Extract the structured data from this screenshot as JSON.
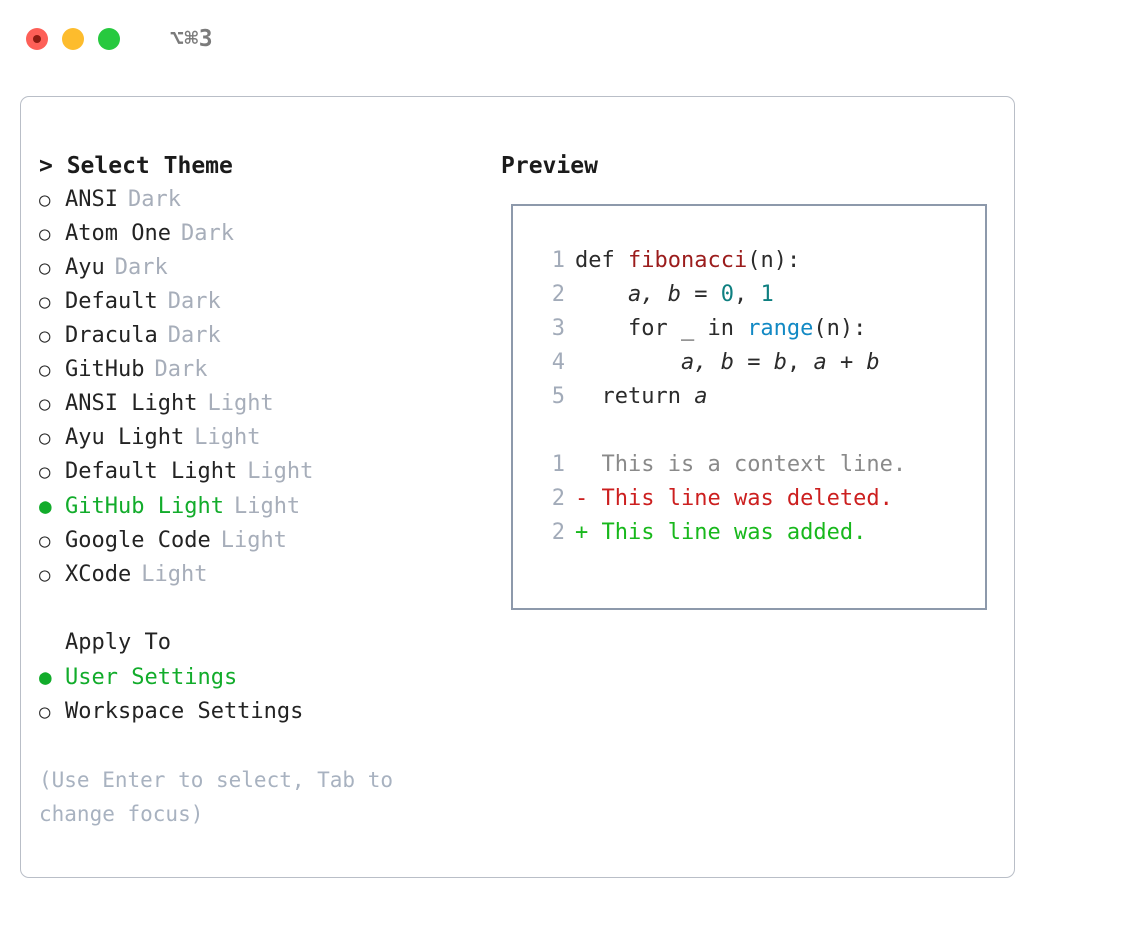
{
  "window": {
    "title": "⌥⌘3",
    "traffic_lights": [
      "close-red",
      "minimize-yellow",
      "zoom-green"
    ]
  },
  "left": {
    "heading": "> Select Theme",
    "themes": [
      {
        "bullet": "○",
        "name": "ANSI",
        "type": "Dark",
        "selected": false
      },
      {
        "bullet": "○",
        "name": "Atom One",
        "type": "Dark",
        "selected": false
      },
      {
        "bullet": "○",
        "name": "Ayu",
        "type": "Dark",
        "selected": false
      },
      {
        "bullet": "○",
        "name": "Default",
        "type": "Dark",
        "selected": false
      },
      {
        "bullet": "○",
        "name": "Dracula",
        "type": "Dark",
        "selected": false
      },
      {
        "bullet": "○",
        "name": "GitHub",
        "type": "Dark",
        "selected": false
      },
      {
        "bullet": "○",
        "name": "ANSI Light",
        "type": "Light",
        "selected": false
      },
      {
        "bullet": "○",
        "name": "Ayu Light",
        "type": "Light",
        "selected": false
      },
      {
        "bullet": "○",
        "name": "Default Light",
        "type": "Light",
        "selected": false
      },
      {
        "bullet": "●",
        "name": "GitHub Light",
        "type": "Light",
        "selected": true
      },
      {
        "bullet": "○",
        "name": "Google Code",
        "type": "Light",
        "selected": false
      },
      {
        "bullet": "○",
        "name": "XCode",
        "type": "Light",
        "selected": false
      }
    ],
    "apply_to_label": "Apply To",
    "apply_to": [
      {
        "bullet": "●",
        "name": "User Settings",
        "selected": true
      },
      {
        "bullet": "○",
        "name": "Workspace Settings",
        "selected": false
      }
    ],
    "hint": "(Use Enter to select, Tab to change focus)"
  },
  "right": {
    "heading": "Preview",
    "code_lines": [
      {
        "no": "1",
        "tokens": [
          {
            "t": "def ",
            "k": "def"
          },
          {
            "t": "fibonacci",
            "k": "fn"
          },
          {
            "t": "(n):",
            "k": "plain"
          }
        ]
      },
      {
        "no": "2",
        "tokens": [
          {
            "t": "    ",
            "k": "plain"
          },
          {
            "t": "a, b",
            "k": "italic"
          },
          {
            "t": " = ",
            "k": "plain"
          },
          {
            "t": "0",
            "k": "num"
          },
          {
            "t": ", ",
            "k": "plain"
          },
          {
            "t": "1",
            "k": "num"
          }
        ]
      },
      {
        "no": "3",
        "tokens": [
          {
            "t": "    for _ in ",
            "k": "plain"
          },
          {
            "t": "range",
            "k": "builtin"
          },
          {
            "t": "(n):",
            "k": "plain"
          }
        ]
      },
      {
        "no": "4",
        "tokens": [
          {
            "t": "        ",
            "k": "plain"
          },
          {
            "t": "a, b",
            "k": "italic"
          },
          {
            "t": " = ",
            "k": "plain"
          },
          {
            "t": "b",
            "k": "italic"
          },
          {
            "t": ", ",
            "k": "plain"
          },
          {
            "t": "a + b",
            "k": "italic"
          }
        ]
      },
      {
        "no": "5",
        "tokens": [
          {
            "t": "  return ",
            "k": "plain"
          },
          {
            "t": "a",
            "k": "italic"
          }
        ]
      }
    ],
    "diff_lines": [
      {
        "no": "1",
        "prefix": "  ",
        "text": "This is a context line.",
        "kind": "ctx"
      },
      {
        "no": "2",
        "prefix": "- ",
        "text": "This line was deleted.",
        "kind": "del"
      },
      {
        "no": "2",
        "prefix": "+ ",
        "text": "This line was added.",
        "kind": "add"
      }
    ]
  },
  "colors": {
    "accent_green": "#12ac2b",
    "muted_gray": "#a7aeba",
    "diff_add": "#18b81c",
    "diff_del": "#cc1f1f",
    "token_function": "#9b1c1c",
    "token_number": "#0e7f80",
    "token_builtin": "#1289c4",
    "panel_border": "#b9bec7",
    "preview_border": "#8d99ab"
  }
}
